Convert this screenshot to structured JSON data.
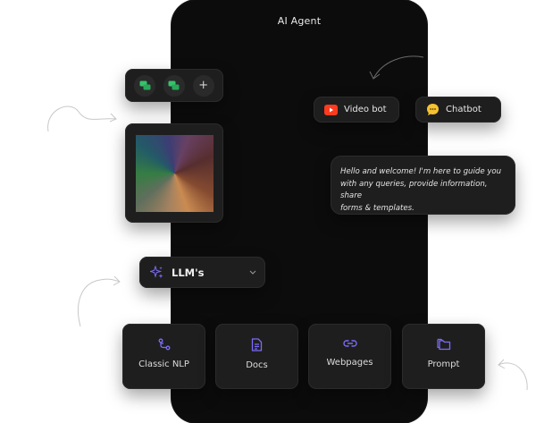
{
  "header": {
    "title": "AI Agent"
  },
  "toolbar": {
    "icons": [
      "chat-bubbles-icon",
      "chat-bubbles-icon",
      "plus-icon"
    ],
    "add_label": "+"
  },
  "llm_selector": {
    "label": "LLM's",
    "icon": "sparkles-icon"
  },
  "bots": {
    "video": {
      "label": "Video bot",
      "icon": "youtube-icon"
    },
    "chat": {
      "label": "Chatbot",
      "icon": "chat-emoji-icon"
    }
  },
  "message": {
    "line1": "Hello and welcome! I'm here to guide you",
    "line2": "with any queries, provide information, share",
    "line3": "forms & templates."
  },
  "sources": [
    {
      "label": "Classic NLP",
      "icon": "flow-icon"
    },
    {
      "label": "Docs",
      "icon": "document-icon"
    },
    {
      "label": "Webpages",
      "icon": "link-icon"
    },
    {
      "label": "Prompt",
      "icon": "folders-icon"
    }
  ],
  "colors": {
    "accent": "#7b6cf6",
    "green": "#34c36b",
    "youtube": "#ff3b1f",
    "yellow": "#f6c232",
    "surface": "#1e1e1e",
    "phone": "#0c0c0c"
  }
}
